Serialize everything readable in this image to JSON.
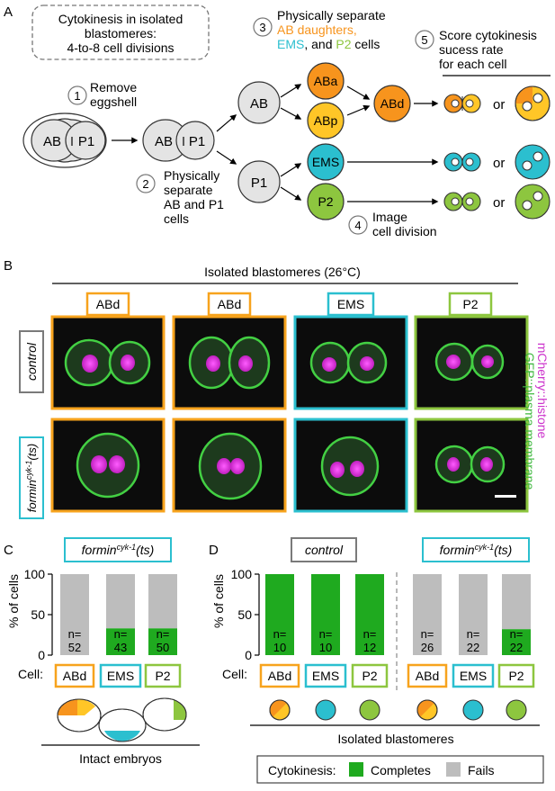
{
  "panel_A": {
    "letter": "A",
    "intro_line1": "Cytokinesis in isolated",
    "intro_line2": "blastomeres:",
    "intro_line3": "4-to-8 cell divisions",
    "step1_num": "1",
    "step1_line1": "Remove",
    "step1_line2": "eggshell",
    "step2_num": "2",
    "step2_line1": "Physically",
    "step2_line2": "separate",
    "step2_line3": "AB and P1",
    "step2_line4": "cells",
    "step3_num": "3",
    "step3_line1": "Physically separate",
    "step3_line2": "AB daughters,",
    "step3_line3a": "EMS",
    "step3_line3b": ", and ",
    "step3_line3c": "P2",
    "step3_line3d": " cells",
    "step4_num": "4",
    "step4_line1": "Image",
    "step4_line2": "cell division",
    "step5_num": "5",
    "step5_line1": "Score cytokinesis",
    "step5_line2": "sucess rate",
    "step5_line3": "for each cell",
    "cell_AB": "AB",
    "cell_P1": "P1",
    "cell_ABa": "ABa",
    "cell_ABp": "ABp",
    "cell_ABd": "ABd",
    "cell_EMS": "EMS",
    "cell_P2": "P2",
    "or": "or"
  },
  "panel_B": {
    "letter": "B",
    "title": "Isolated blastomeres (26°C)",
    "col_labels": [
      "ABd",
      "ABd",
      "EMS",
      "P2"
    ],
    "row_control": "control",
    "row_formin_base": "formin",
    "row_formin_sup": "cyk-1",
    "row_formin_suffix": "(ts)",
    "side_label1": "mCherry::histone",
    "side_label2": "GFP::plasma membrane"
  },
  "panel_C": {
    "letter": "C",
    "header_base": "formin",
    "header_sup": "cyk-1",
    "header_suffix": "(ts)",
    "ylabel": "% of cells",
    "cell_label": "Cell:",
    "caption": "Intact embryos"
  },
  "panel_D": {
    "letter": "D",
    "header_control": "control",
    "header_formin_base": "formin",
    "header_formin_sup": "cyk-1",
    "header_formin_suffix": "(ts)",
    "ylabel": "% of cells",
    "cell_label": "Cell:",
    "caption": "Isolated blastomeres"
  },
  "legend": {
    "title": "Cytokinesis:",
    "completes": "Completes",
    "fails": "Fails"
  },
  "colors": {
    "completes": "#1faa1f",
    "fails": "#bdbdbd",
    "orange": "#f7941d",
    "cyan": "#2bbfcf",
    "green": "#8dc63f",
    "gray_frame": "#7a7a7a"
  },
  "chart_data": [
    {
      "type": "bar",
      "stacked": true,
      "categories": [
        "ABd",
        "EMS",
        "P2"
      ],
      "series": [
        {
          "name": "Completes",
          "values": [
            0,
            33,
            33
          ]
        },
        {
          "name": "Fails",
          "values": [
            100,
            67,
            67
          ]
        }
      ],
      "n_labels": [
        "52",
        "43",
        "50"
      ],
      "ylabel": "% of cells",
      "ylim": [
        0,
        100
      ],
      "yticks": [
        "0",
        "50",
        "100"
      ]
    },
    {
      "type": "bar",
      "stacked": true,
      "categories": [
        "ABd",
        "EMS",
        "P2",
        "ABd",
        "EMS",
        "P2"
      ],
      "series": [
        {
          "name": "Completes",
          "values": [
            100,
            100,
            100,
            0,
            0,
            32
          ]
        },
        {
          "name": "Fails",
          "values": [
            0,
            0,
            0,
            100,
            100,
            68
          ]
        }
      ],
      "n_labels": [
        "10",
        "10",
        "12",
        "26",
        "22",
        "22"
      ],
      "ylabel": "% of cells",
      "ylim": [
        0,
        100
      ],
      "yticks": [
        "0",
        "50",
        "100"
      ]
    }
  ]
}
